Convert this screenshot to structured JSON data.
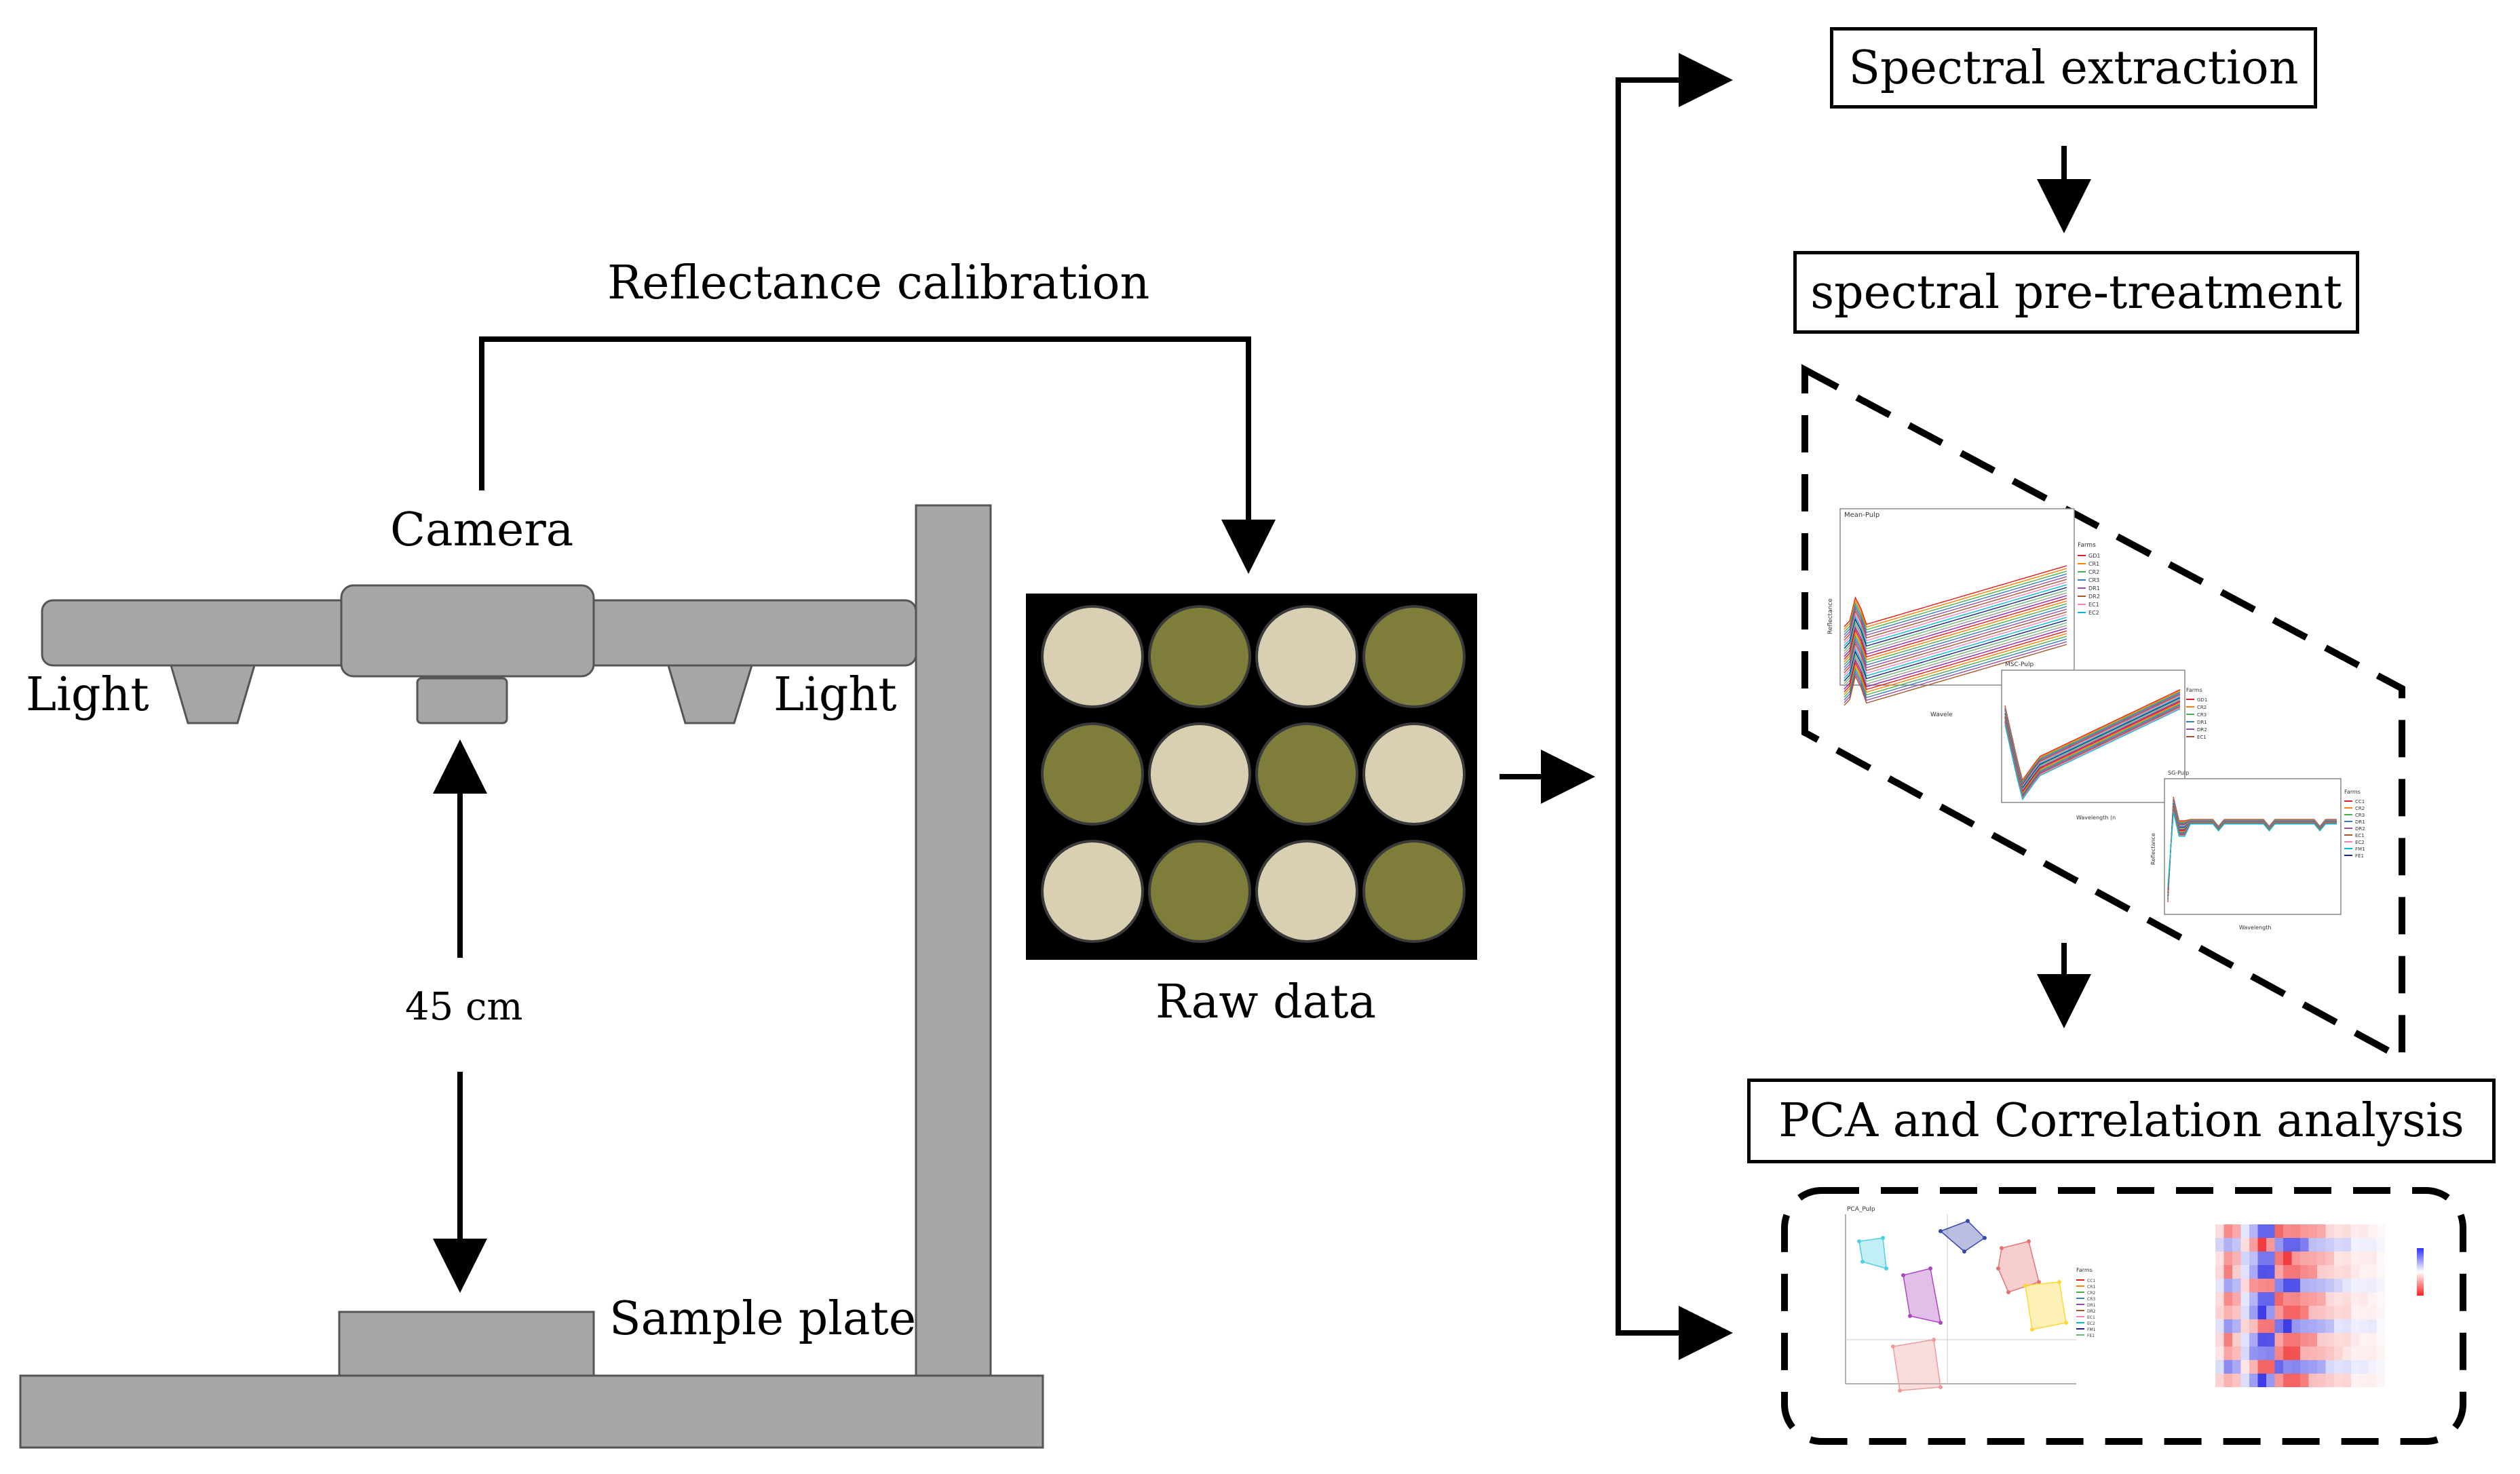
{
  "labels": {
    "reflectance_calibration": "Reflectance calibration",
    "camera": "Camera",
    "light_left": "Light",
    "light_right": "Light",
    "distance": "45 cm",
    "sample_plate": "Sample plate",
    "raw_data": "Raw data"
  },
  "pipeline": {
    "spectral_extraction": "Spectral extraction",
    "spectral_pretreatment": "spectral pre-treatment",
    "pca_correlation": "PCA and Correlation analysis"
  },
  "colors": {
    "rig_gray": "#a6a6a6",
    "rig_outline": "#555555",
    "dish_light": "#d9d0b4",
    "dish_green": "#7f7d3a",
    "photo_bg": "#000000"
  },
  "dish_pattern": [
    [
      "light",
      "green",
      "light",
      "green"
    ],
    [
      "green",
      "light",
      "green",
      "light"
    ],
    [
      "light",
      "green",
      "light",
      "green"
    ]
  ],
  "thumbnails": {
    "spectra_1": {
      "title": "Mean-Pulp",
      "legend_title": "Farms",
      "legend": [
        "GD1",
        "CR1",
        "CR2",
        "CR3",
        "DR1",
        "DR2",
        "EC1",
        "EC2"
      ],
      "xlabel": "Wavele",
      "ylabel": "Reflectance"
    },
    "spectra_2": {
      "title": "MSC-Pulp",
      "legend_title": "Farms",
      "legend": [
        "GD1",
        "CR2",
        "CR3",
        "DR1",
        "DR2",
        "EC1"
      ],
      "xlabel": "Wavelength (n"
    },
    "spectra_3": {
      "title": "SG-Pulp",
      "legend_title": "Farms",
      "legend": [
        "CC1",
        "CR2",
        "CR3",
        "DR1",
        "DR2",
        "EC1",
        "EC2",
        "FM1",
        "FE1"
      ],
      "xlabel": "Wavelength",
      "ylabel": "Reflectance"
    },
    "pca": {
      "title": "PCA_Pulp",
      "legend_title": "Farms",
      "legend": [
        "CC1",
        "CR1",
        "CR2",
        "CR3",
        "DR1",
        "DR2",
        "EC1",
        "EC2",
        "FM1",
        "FE1"
      ]
    }
  }
}
